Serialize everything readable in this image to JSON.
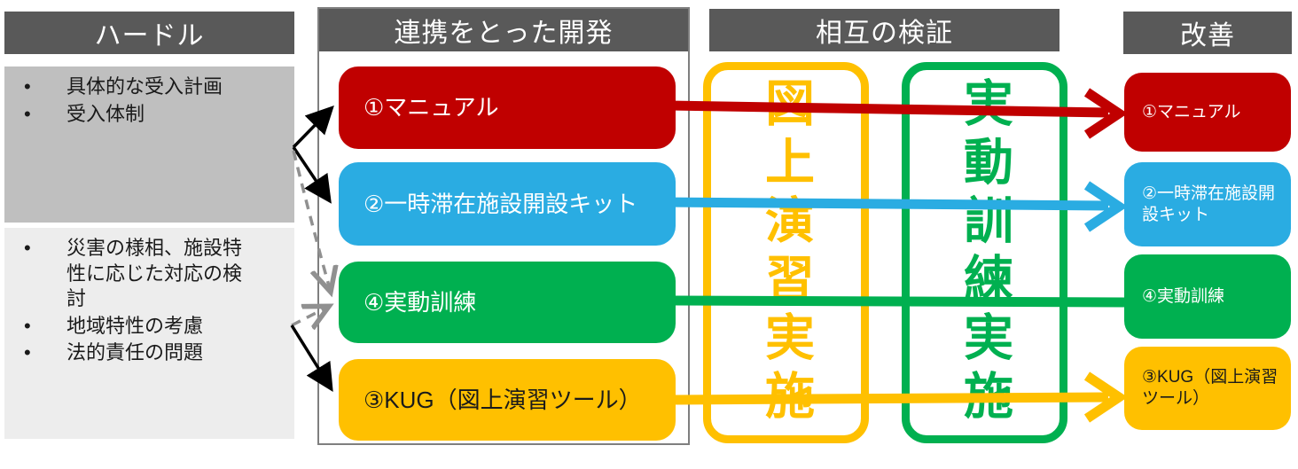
{
  "headers": {
    "hurdle": "ハードル",
    "development": "連携をとった開発",
    "verification": "相互の検証",
    "improvement": "改善"
  },
  "hurdles": {
    "box1": {
      "items": [
        "具体的な受入計画",
        "受入体制"
      ]
    },
    "box2": {
      "items": [
        "災害の様相、施設特性に応じた対応の検討",
        "地域特性の考慮",
        "法的責任の問題"
      ]
    }
  },
  "development": {
    "items": [
      {
        "label": "①マニュアル",
        "color": "#c00000"
      },
      {
        "label": "②一時滞在施設開設キット",
        "color": "#2aace2"
      },
      {
        "label": "④実動訓練",
        "color": "#00b050"
      },
      {
        "label": "③KUG（図上演習ツール）",
        "color": "#ffc000"
      }
    ]
  },
  "verification": {
    "tabletop_exercise": {
      "label": "図上演習実施",
      "color": "#ffc000"
    },
    "field_drill": {
      "label": "実動訓練実施",
      "color": "#00b050"
    }
  },
  "improvement": {
    "items": [
      {
        "label": "①マニュアル",
        "color": "#c00000"
      },
      {
        "label": "②一時滞在施設開設キット",
        "color": "#2aace2"
      },
      {
        "label": "④実動訓練",
        "color": "#00b050"
      },
      {
        "label": "③KUG（図上演習ツール）",
        "color": "#ffc000"
      }
    ]
  },
  "colors": {
    "header_bg": "#595959",
    "hurdle_box1_bg": "#bfbfbf",
    "hurdle_box2_bg": "#ededed",
    "frame_border": "#7f7f7f",
    "red": "#c00000",
    "blue": "#2aace2",
    "green": "#00b050",
    "yellow": "#ffc000",
    "dashed_arrow": "#909090",
    "solid_arrow": "#000000"
  }
}
